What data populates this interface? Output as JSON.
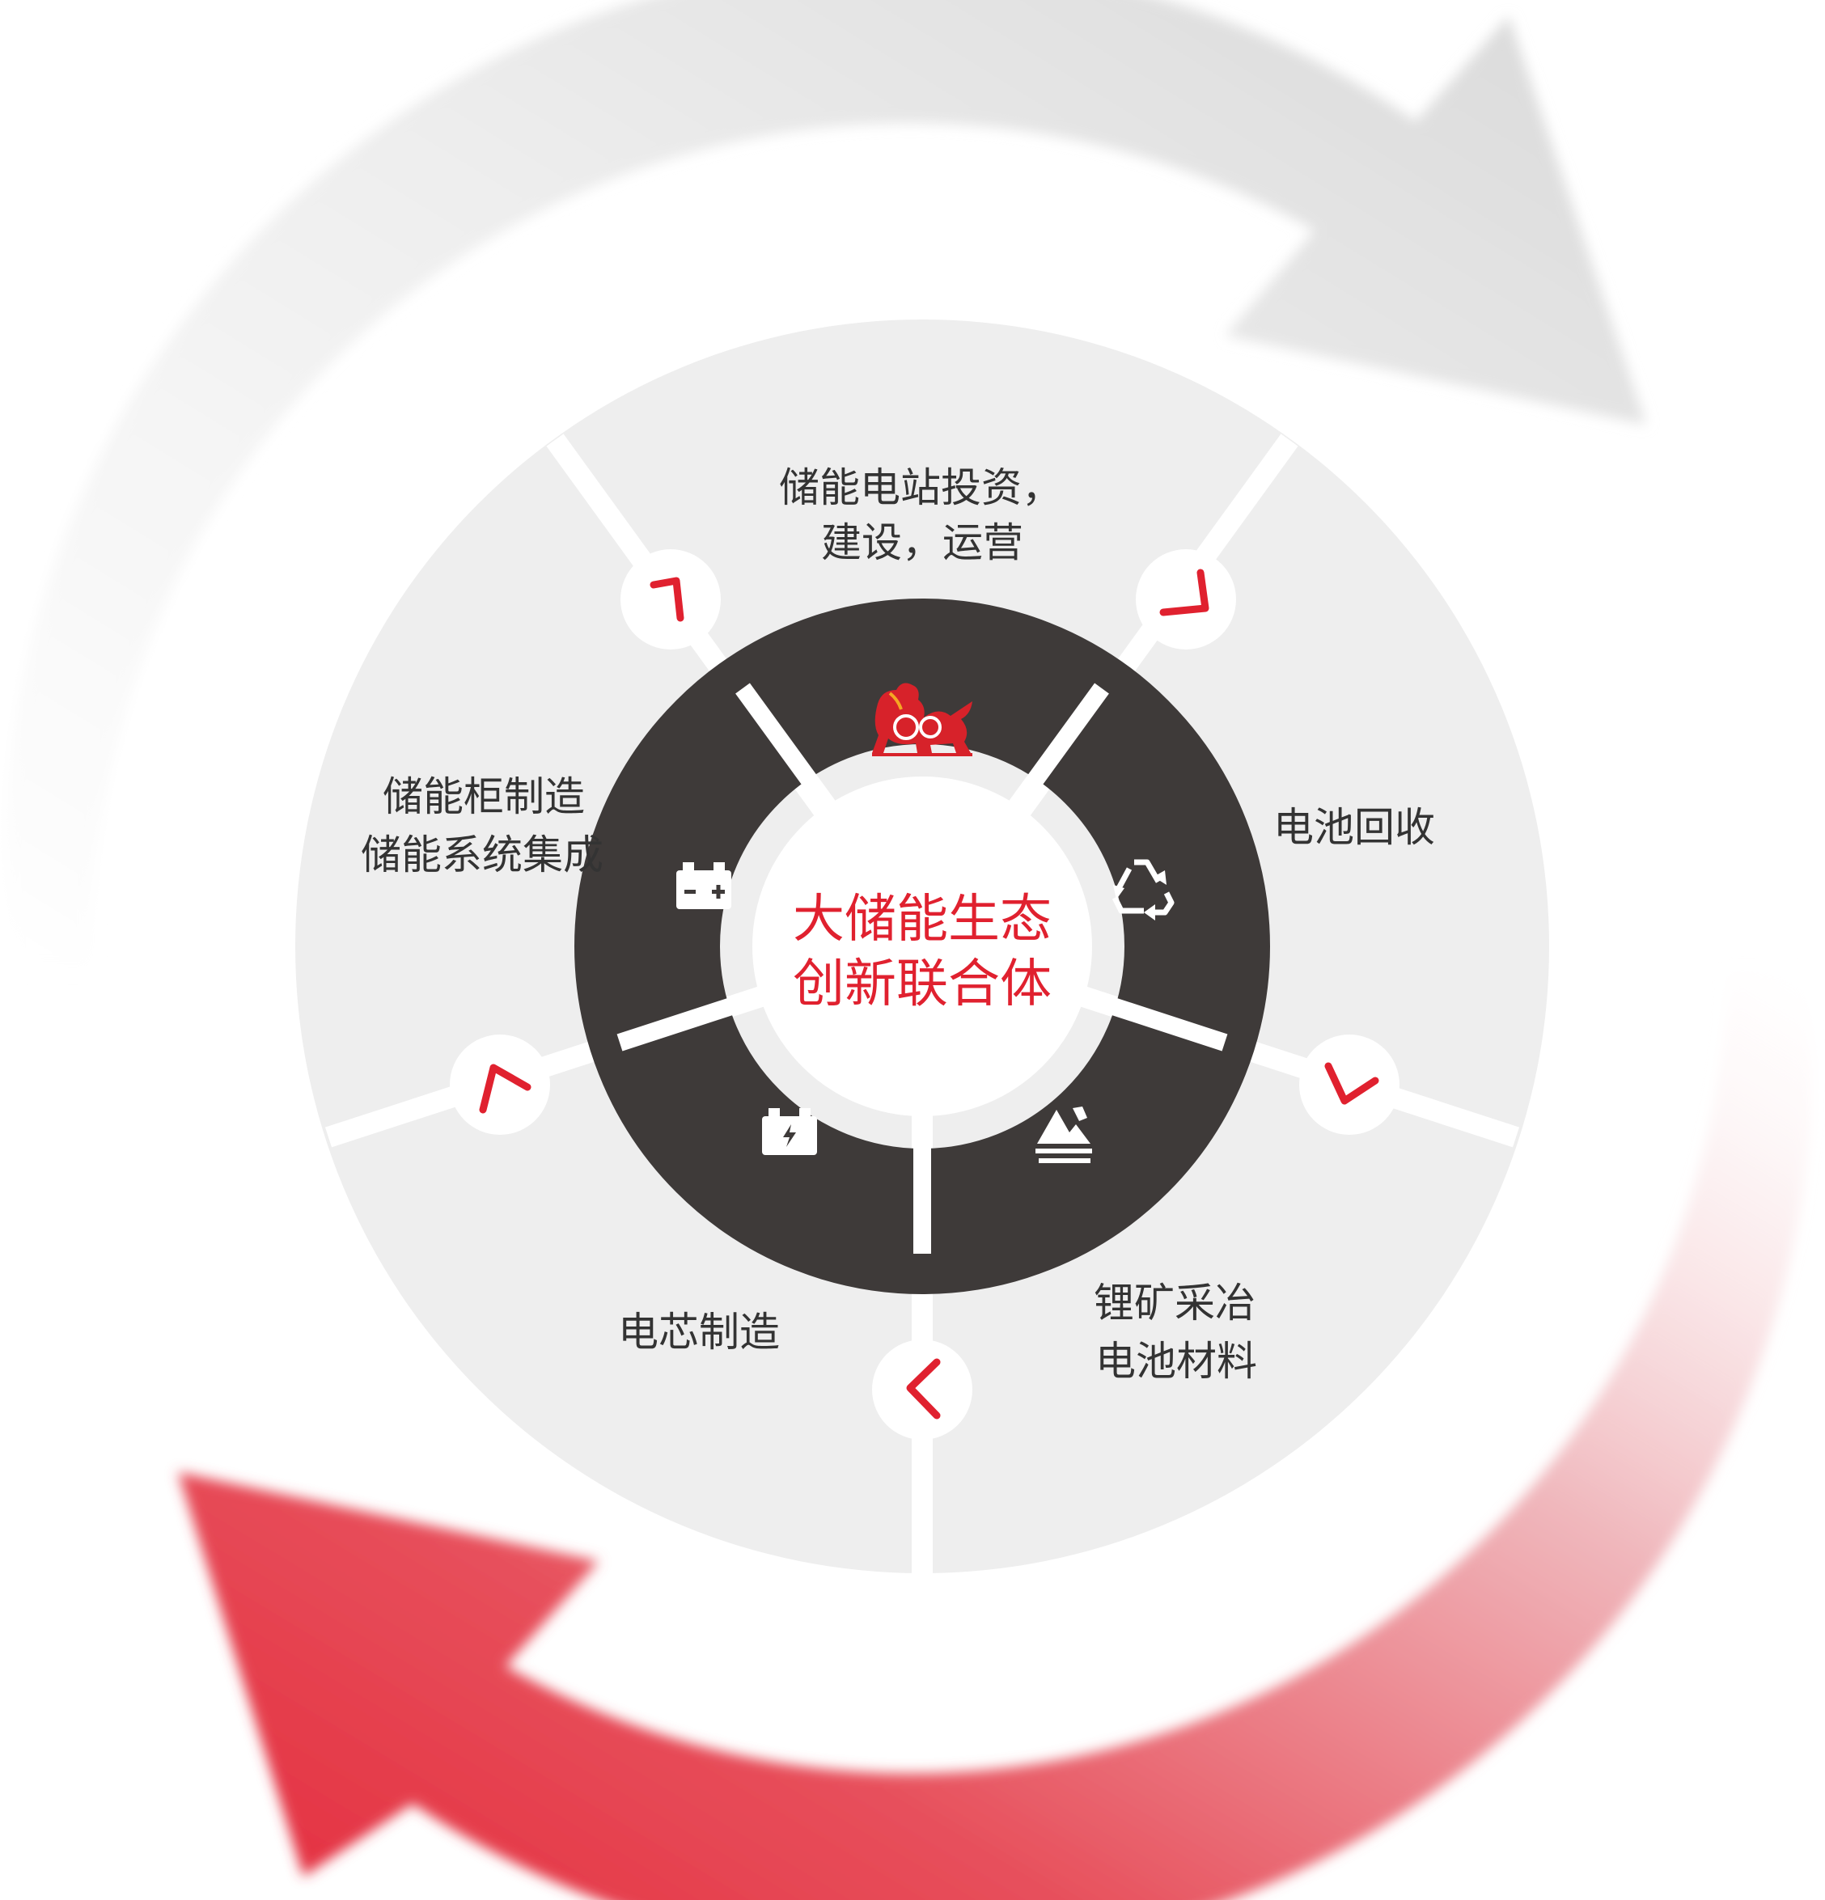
{
  "center": {
    "line1": "大储能生态",
    "line2": "创新联合体"
  },
  "segments": [
    {
      "id": "investment",
      "lines": [
        "储能电站投资，",
        "建设，运营"
      ],
      "icon": "lion-logo-icon"
    },
    {
      "id": "recycling",
      "lines": [
        "电池回收"
      ],
      "icon": "recycle-icon"
    },
    {
      "id": "materials",
      "lines": [
        "锂矿采冶",
        "电池材料"
      ],
      "icon": "mining-icon"
    },
    {
      "id": "cells",
      "lines": [
        "电芯制造"
      ],
      "icon": "battery-charge-icon"
    },
    {
      "id": "systems",
      "lines": [
        "储能柜制造",
        "储能系统集成"
      ],
      "icon": "battery-icon"
    }
  ],
  "colors": {
    "accent": "#e0212f",
    "ring_dark": "#3e3a39",
    "segment_fill": "#eeeeee",
    "grey_arrow": "#e2e2e2",
    "text": "#333333"
  }
}
